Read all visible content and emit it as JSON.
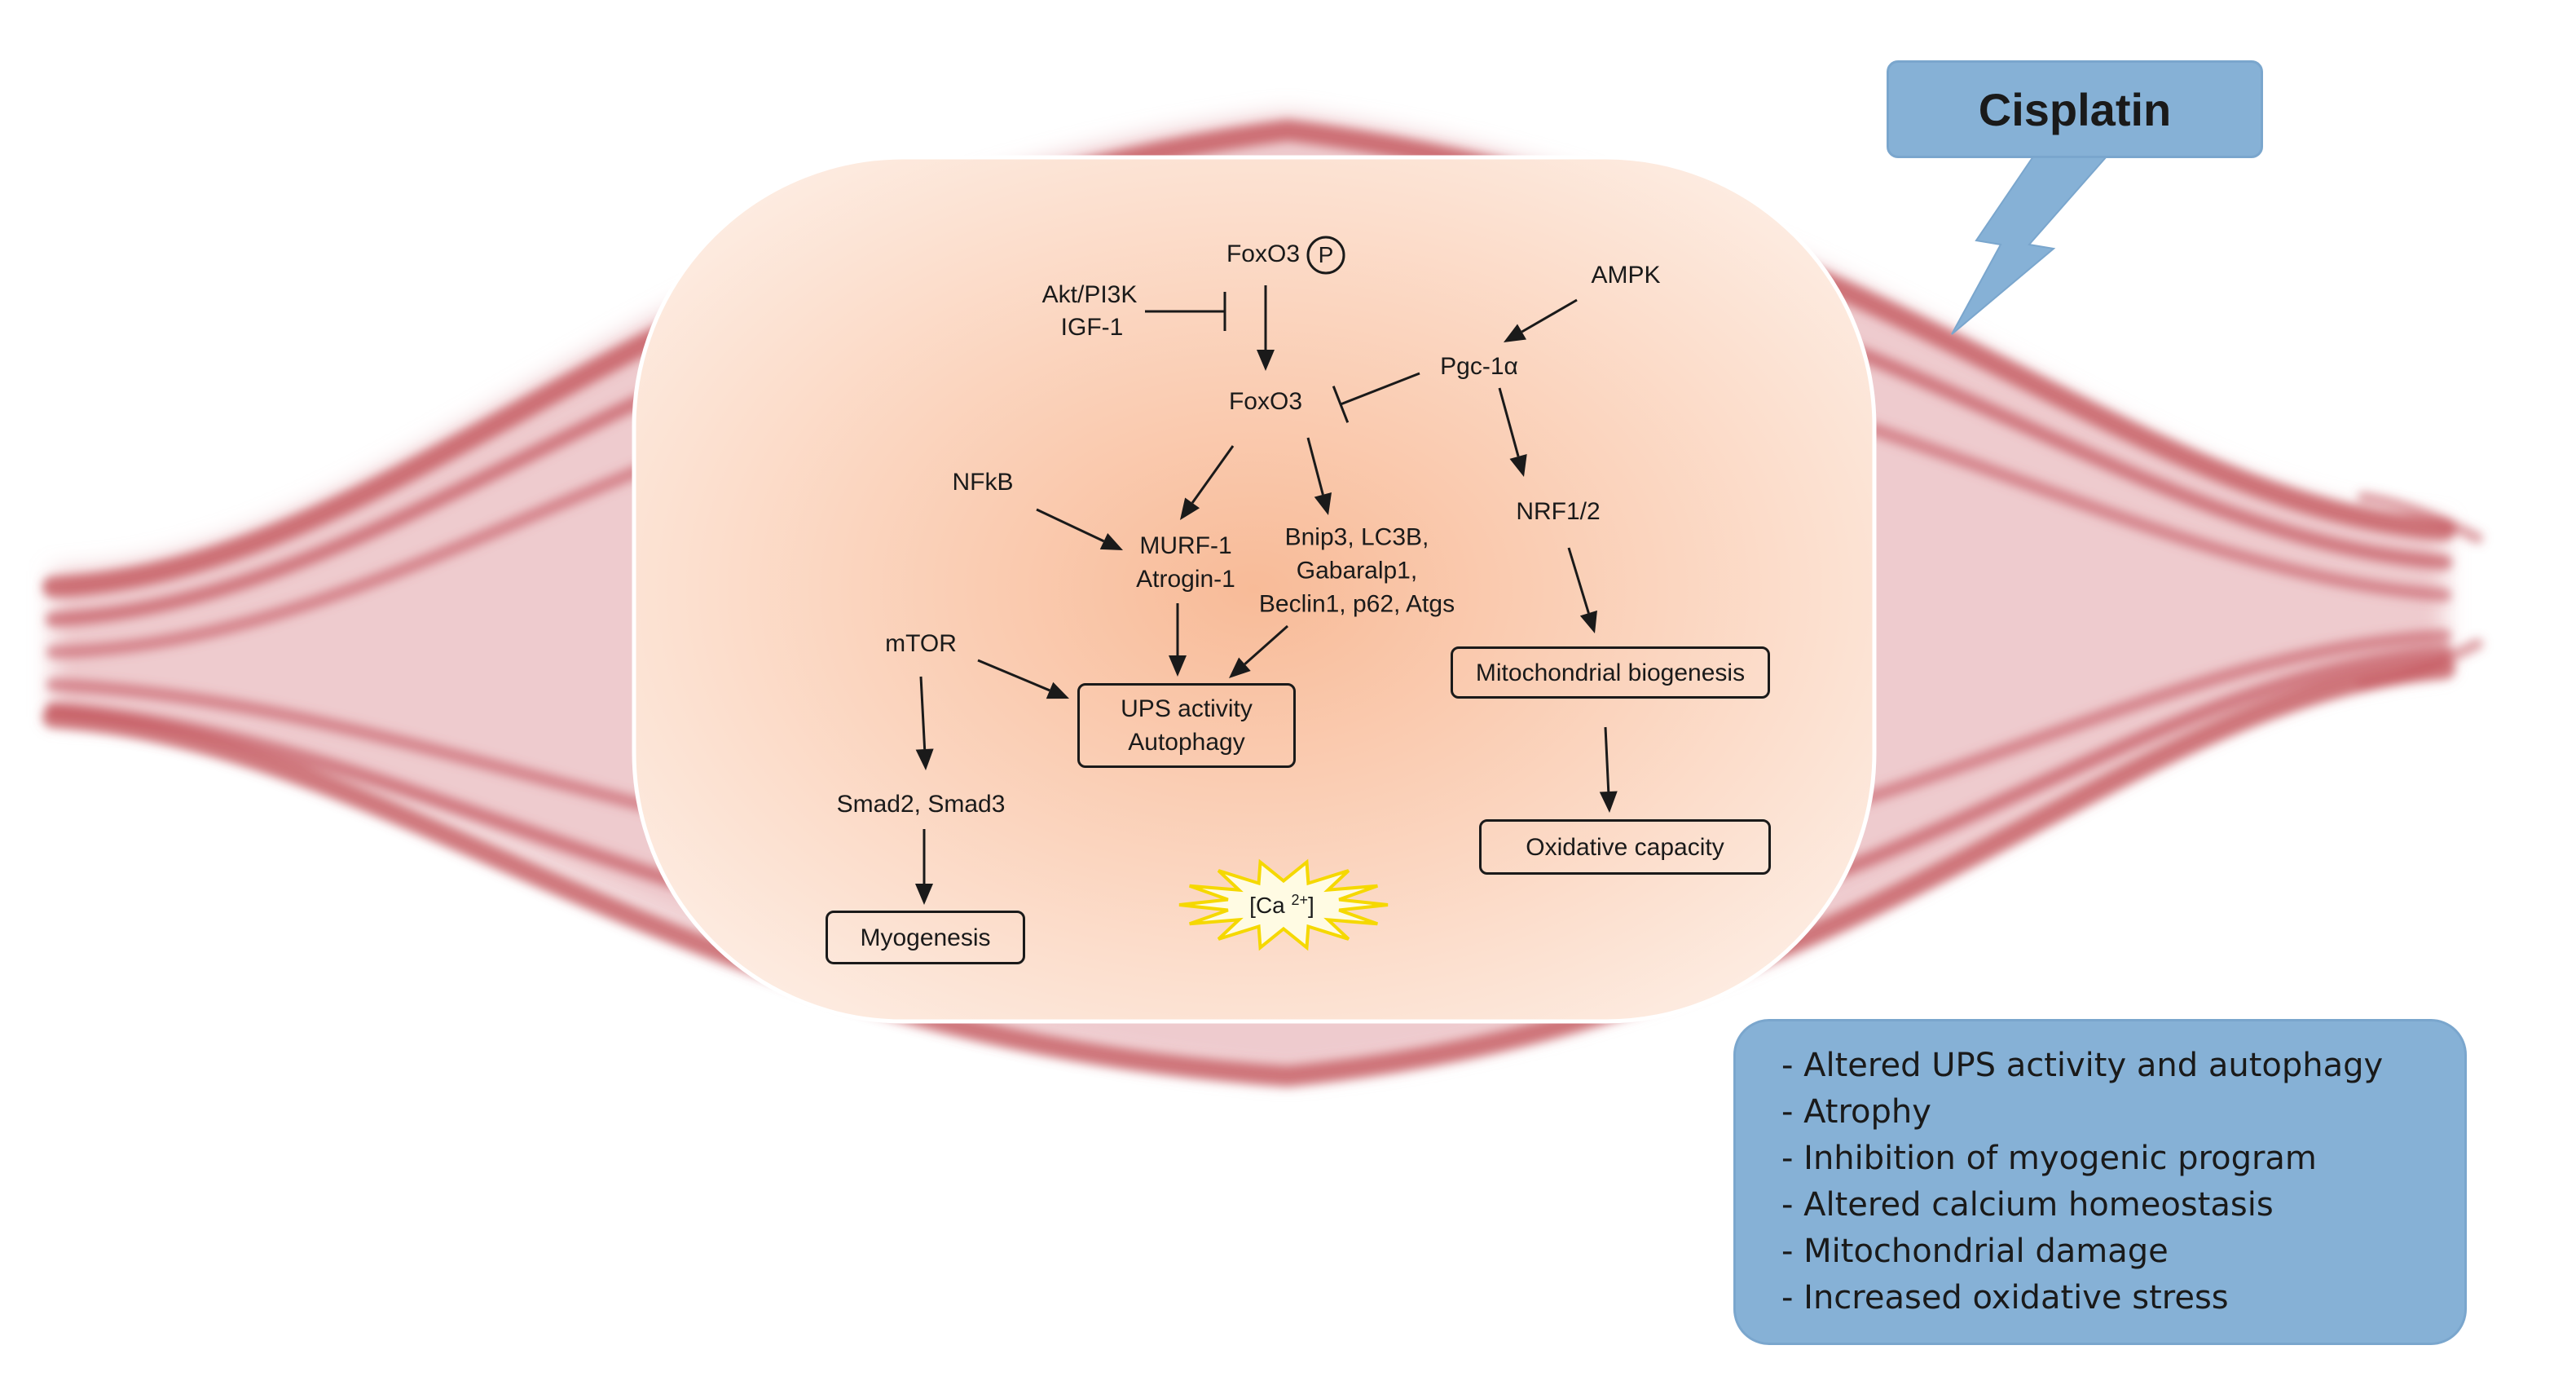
{
  "stimulus": {
    "label": "Cisplatin"
  },
  "pathway": {
    "foxo3_p": "FoxO3",
    "phospho_symbol": "P",
    "akt_pi3k": "Akt/PI3K",
    "igf1": "IGF-1",
    "ampk": "AMPK",
    "pgc1a": "Pgc-1α",
    "foxo3": "FoxO3",
    "nfkb": "NFkB",
    "murf_atrogin": "MURF-1\nAtrogin-1",
    "autophagy_genes": "Bnip3, LC3B,\nGabaralp1,\nBeclin1, p62, Atgs",
    "nrf": "NRF1/2",
    "mtor": "mTOR",
    "ups_autophagy": "UPS activity\nAutophagy",
    "mito_biogenesis": "Mitochondrial biogenesis",
    "smad": "Smad2, Smad3",
    "oxidative_capacity": "Oxidative capacity",
    "myogenesis": "Myogenesis",
    "calcium": "[Ca",
    "calcium_sup": "2+",
    "calcium_close": "]"
  },
  "effects": {
    "items": [
      "- Altered UPS activity and autophagy",
      "- Atrophy",
      "- Inhibition of myogenic program",
      "- Altered calcium homeostasis",
      "- Mitochondrial damage",
      "- Increased oxidative stress"
    ]
  },
  "colors": {
    "muscle": "#c4575f",
    "cell_fill_center": "#f9c4a4",
    "cell_fill_edge": "#fde5d8",
    "callout": "#86b1d6",
    "calcium_star": "#f5e13c"
  }
}
